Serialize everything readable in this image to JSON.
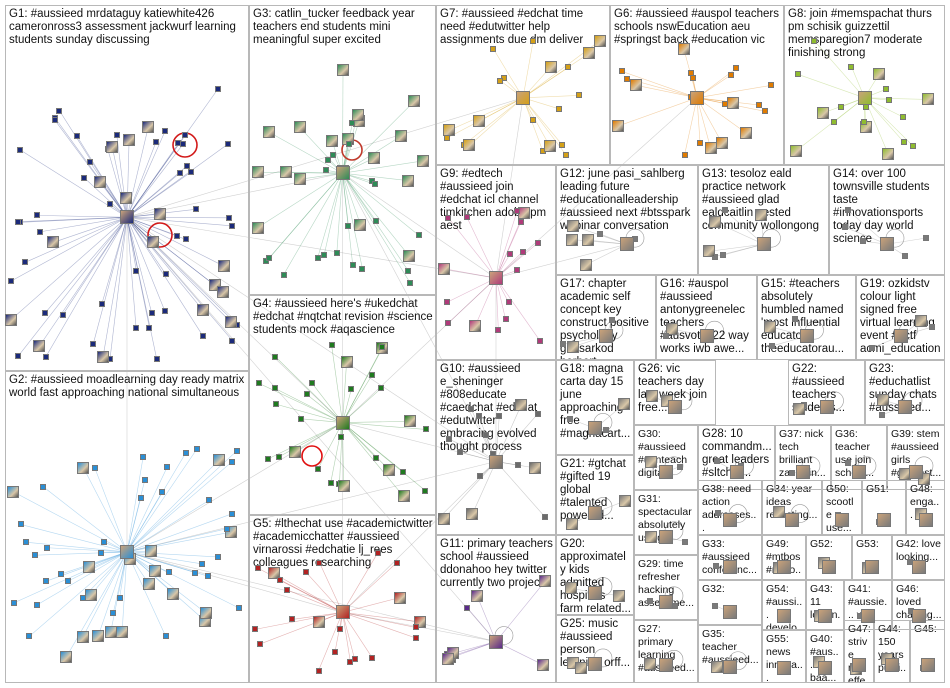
{
  "graph": {
    "groups": [
      {
        "id": "G1",
        "label": "G1: #aussieed mrdataguy katiewhite426 cameronross3 assessment jackwurf learning students sunday discussing",
        "color": "#1b2a7a"
      },
      {
        "id": "G2",
        "label": "G2: #aussieed moadlearning day ready matrix world fast approaching national simultaneous",
        "color": "#2a8fd6"
      },
      {
        "id": "G3",
        "label": "G3: catlin_tucker feedback year teachers end students mini meaningful super excited",
        "color": "#2e8b57"
      },
      {
        "id": "G4",
        "label": "G4: #aussieed here's #ukedchat #edchat #nqtchat revision #science students mock #aqascience",
        "color": "#1f7a1f"
      },
      {
        "id": "G5",
        "label": "G5: #lthechat use #academictwitter #academicchatter #aussieed virnarossi #edchatie lj_rees colleagues researching",
        "color": "#b22222"
      },
      {
        "id": "G6",
        "label": "G6: #aussieed #auspol teachers schools nswEducation aeu #springst back #education vic",
        "color": "#e07b00"
      },
      {
        "id": "G7",
        "label": "G7: #aussieed #edchat time need #edutwitter help assignments due dm deliver",
        "color": "#d4a017"
      },
      {
        "id": "G8",
        "label": "G8: join #memspachat thurs pm schisik guizzettil memsparegion7 moderate finishing strong",
        "color": "#8fbc2f"
      },
      {
        "id": "G9",
        "label": "G9: #edtech #aussieed join #edchat icl channel timkitchen adobe pm aest",
        "color": "#b03a7a"
      },
      {
        "id": "G10",
        "label": "G10: #aussieed e_sheninger #808educate #caedchat #edchat #edutwitter embracing evolved thought process",
        "color": "#6b6b6b"
      },
      {
        "id": "G11",
        "label": "G11: primary teachers school #aussieed ddonahoo hey twitter currently two projects",
        "color": "#5a2a8a"
      },
      {
        "id": "G12",
        "label": "G12: june pasi_sahlberg leading future #educationalleadership #aussieed next #btsspark webinar conversation",
        "color": "#7a7a7a"
      },
      {
        "id": "G13",
        "label": "G13: tesoloz eald practice network #aussieed glad ealdcaitlin nested community wollongong",
        "color": "#7a7a7a"
      },
      {
        "id": "G14",
        "label": "G14: over 100 townsville students taste #innovationsports today day world science",
        "color": "#7a7a7a"
      },
      {
        "id": "G15",
        "label": "G15: #teachers absolutely humbled named 'most influential educator' theeducatorau...",
        "color": "#7a7a7a"
      },
      {
        "id": "G16",
        "label": "G16: #auspol #aussieed antonygreenelec teachers #ausvotes22 way works iwb awe...",
        "color": "#7a7a7a"
      },
      {
        "id": "G17",
        "label": "G17: chapter academic self concept key construct positive psychology gbasarkod herbert",
        "color": "#7a7a7a"
      },
      {
        "id": "G18",
        "label": "G18: magna carta day 15 june approaching free #magnacart...",
        "color": "#7a7a7a"
      },
      {
        "id": "G19",
        "label": "G19: ozkidstv colour light signed free virtual learning event #actf acmi_education",
        "color": "#7a7a7a"
      },
      {
        "id": "G20",
        "label": "G20: approximately kids admitted hospitals farm related...",
        "color": "#7a7a7a"
      },
      {
        "id": "G21",
        "label": "G21: #gtchat #gifted 19 global #talented powered...",
        "color": "#7a7a7a"
      },
      {
        "id": "G22",
        "label": "G22: #aussieed teachers students...",
        "color": "#7a7a7a"
      },
      {
        "id": "G23",
        "label": "G23: #educhatlist sunday chats #aussieed...",
        "color": "#7a7a7a"
      },
      {
        "id": "G25",
        "label": "G25: music #aussieed person learning orff...",
        "color": "#7a7a7a"
      },
      {
        "id": "G26",
        "label": "G26: vic teachers day last week join free...",
        "color": "#7a7a7a"
      },
      {
        "id": "G27",
        "label": "G27: primary learning #aussieed...",
        "color": "#7a7a7a"
      },
      {
        "id": "G28",
        "label": "G28: 10 commandm... great leaders #sltchat...",
        "color": "#7a7a7a"
      },
      {
        "id": "G29",
        "label": "G29: time refresher hacking assessme...",
        "color": "#7a7a7a"
      },
      {
        "id": "G30",
        "label": "G30: #aussieed #uonteach digital",
        "color": "#7a7a7a"
      },
      {
        "id": "G31",
        "label": "G31: spectacular absolutely using...",
        "color": "#7a7a7a"
      },
      {
        "id": "G32",
        "label": "G32:",
        "color": "#7a7a7a"
      },
      {
        "id": "G33",
        "label": "G33: #aussieed conferenc...",
        "color": "#7a7a7a"
      },
      {
        "id": "G34",
        "label": "G34: year ideas reflecting...",
        "color": "#7a7a7a"
      },
      {
        "id": "G35",
        "label": "G35: teacher #aussieed...",
        "color": "#7a7a7a"
      },
      {
        "id": "G36",
        "label": "G36: teacher use join school...",
        "color": "#7a7a7a"
      },
      {
        "id": "G37",
        "label": "G37: nick tech brilliant zachwin...",
        "color": "#7a7a7a"
      },
      {
        "id": "G38",
        "label": "G38: need action addresses...",
        "color": "#7a7a7a"
      },
      {
        "id": "G39",
        "label": "G39: stem #aussieed girls #girlsinst...",
        "color": "#7a7a7a"
      },
      {
        "id": "G40",
        "label": "G40: #aus... baa...",
        "color": "#7a7a7a"
      },
      {
        "id": "G41",
        "label": "G41: #aussie... well",
        "color": "#7a7a7a"
      },
      {
        "id": "G42",
        "label": "G42: love looking...",
        "color": "#7a7a7a"
      },
      {
        "id": "G43",
        "label": "G43: 11 lookin...",
        "color": "#7a7a7a"
      },
      {
        "id": "G44",
        "label": "G44: 150 years publi...",
        "color": "#7a7a7a"
      },
      {
        "id": "G45",
        "label": "G45:",
        "color": "#7a7a7a"
      },
      {
        "id": "G46",
        "label": "G46: loved chatting...",
        "color": "#7a7a7a"
      },
      {
        "id": "G47",
        "label": "G47: strive run effe...",
        "color": "#7a7a7a"
      },
      {
        "id": "G48",
        "label": "G48: enga...",
        "color": "#7a7a7a"
      },
      {
        "id": "G49",
        "label": "G49: #mtbos #mtbo...",
        "color": "#7a7a7a"
      },
      {
        "id": "G50",
        "label": "G50: scootle use...",
        "color": "#7a7a7a"
      },
      {
        "id": "G51",
        "label": "G51:",
        "color": "#7a7a7a"
      },
      {
        "id": "G52",
        "label": "G52:",
        "color": "#7a7a7a"
      },
      {
        "id": "G53",
        "label": "G53:",
        "color": "#7a7a7a"
      },
      {
        "id": "G54",
        "label": "G54: #aussi... develo...",
        "color": "#7a7a7a"
      },
      {
        "id": "G55",
        "label": "G55: news innova...",
        "color": "#7a7a7a"
      }
    ]
  }
}
